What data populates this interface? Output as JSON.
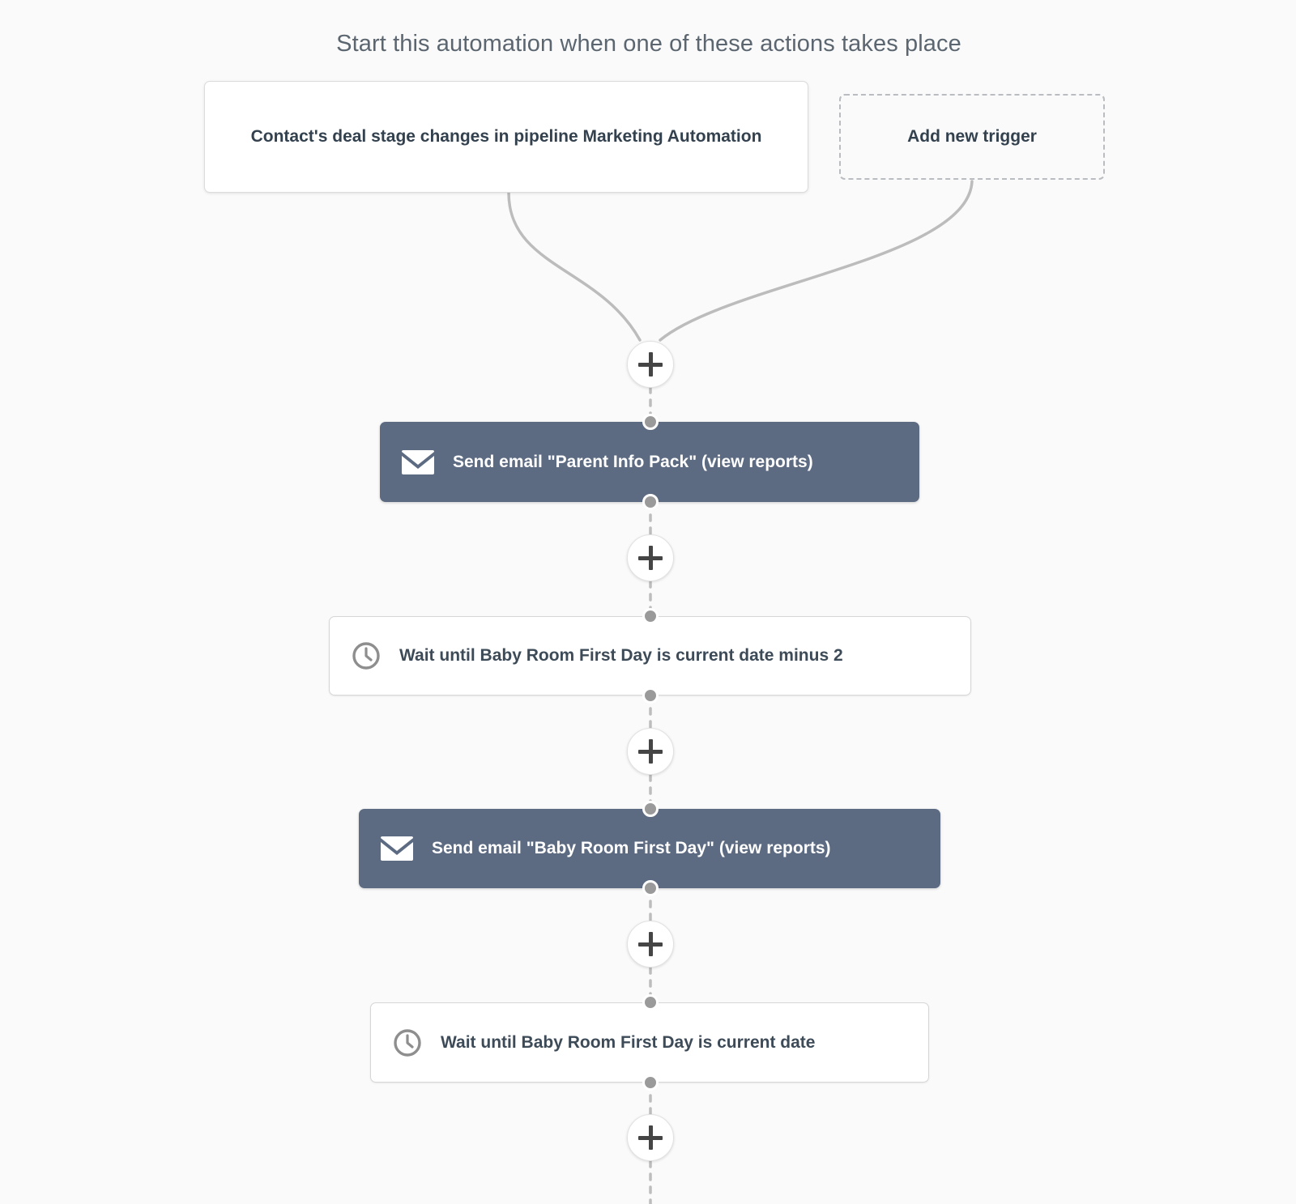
{
  "page": {
    "background_color": "#fafafa",
    "header": "Start this automation when one of these actions takes place"
  },
  "colors": {
    "email_block": "#5c6b82",
    "wait_block": "#ffffff",
    "header_text": "#5b6670",
    "connector_line": "#b9b9b9",
    "connection_dot": "#9a9a9a",
    "dashed_border": "#b9bcc0"
  },
  "triggers": [
    {
      "id": "trigger-deal-stage",
      "label": "Contact's deal stage changes in pipeline Marketing Automation",
      "style": "solid"
    },
    {
      "id": "trigger-add-new",
      "label": "Add new trigger",
      "style": "dashed"
    }
  ],
  "add_buttons": [
    {
      "id": "add-step-1",
      "label": "+"
    },
    {
      "id": "add-step-2",
      "label": "+"
    },
    {
      "id": "add-step-3",
      "label": "+"
    },
    {
      "id": "add-step-4",
      "label": "+"
    },
    {
      "id": "add-step-5",
      "label": "+"
    }
  ],
  "steps": [
    {
      "id": "step-send-email-parent-info-pack",
      "type": "email",
      "icon": "envelope-icon",
      "label": "Send email \"Parent Info Pack\" (view reports)"
    },
    {
      "id": "step-wait-minus-2",
      "type": "wait",
      "icon": "clock-icon",
      "label": "Wait until Baby Room First Day is current date minus 2"
    },
    {
      "id": "step-send-email-baby-room-first-day",
      "type": "email",
      "icon": "envelope-icon",
      "label": "Send email \"Baby Room First Day\" (view reports)"
    },
    {
      "id": "step-wait-current-date",
      "type": "wait",
      "icon": "clock-icon",
      "label": "Wait until Baby Room First Day is current date"
    }
  ]
}
